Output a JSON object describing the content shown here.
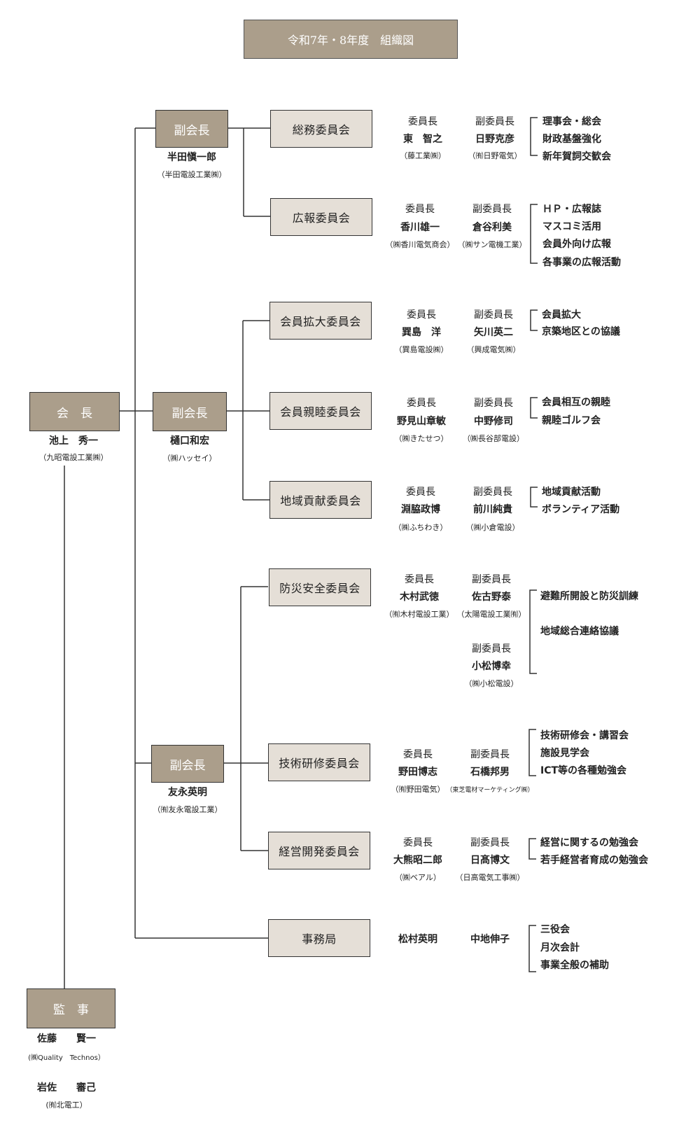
{
  "title": "令和7年・8年度　組織図",
  "president": {
    "title": "会　長",
    "name": "池上　秀一",
    "company": "（九昭電設工業㈱）"
  },
  "auditor": {
    "title": "監　事",
    "members": [
      {
        "name": "佐藤　　賢一",
        "company": "(㈱Quality　Technos）"
      },
      {
        "name": "岩佐　　審己",
        "company": "(㈲北電工）"
      }
    ]
  },
  "vice_presidents": [
    {
      "title": "副会長",
      "name": "半田愼一郎",
      "company": "（半田電設工業㈱）"
    },
    {
      "title": "副会長",
      "name": "樋口和宏",
      "company": "（㈱ハッセイ）"
    },
    {
      "title": "副会長",
      "name": "友永英明",
      "company": "（㈲友永電設工業）"
    }
  ],
  "committees": [
    {
      "name": "総務委員会",
      "chair": {
        "role": "委員長",
        "name": "東　智之",
        "company": "（藤工業㈱）"
      },
      "vices": [
        {
          "role": "副委員長",
          "name": "日野克彦",
          "company": "（㈲日野電気）"
        }
      ],
      "tasks": [
        "理事会・総会",
        "財政基盤強化",
        "新年賀詞交歓会"
      ]
    },
    {
      "name": "広報委員会",
      "chair": {
        "role": "委員長",
        "name": "香川雄一",
        "company": "（㈱香川電気商会）"
      },
      "vices": [
        {
          "role": "副委員長",
          "name": "倉谷利美",
          "company": "（㈱サン電機工業）"
        }
      ],
      "tasks": [
        "ＨＰ・広報誌",
        "マスコミ活用",
        "会員外向け広報",
        "各事業の広報活動"
      ]
    },
    {
      "name": "会員拡大委員会",
      "chair": {
        "role": "委員長",
        "name": "巽島　洋",
        "company": "（巽島電設㈱）"
      },
      "vices": [
        {
          "role": "副委員長",
          "name": "矢川英二",
          "company": "（興成電気㈱）"
        }
      ],
      "tasks": [
        "会員拡大",
        "京築地区との協議"
      ]
    },
    {
      "name": "会員親睦委員会",
      "chair": {
        "role": "委員長",
        "name": "野見山章敏",
        "company": "（㈱きたせつ）"
      },
      "vices": [
        {
          "role": "副委員長",
          "name": "中野修司",
          "company": "（㈱長谷部電設）"
        }
      ],
      "tasks": [
        "会員相互の親睦",
        "親睦ゴルフ会"
      ]
    },
    {
      "name": "地域貢献委員会",
      "chair": {
        "role": "委員長",
        "name": "淵脇政博",
        "company": "（㈱ふちわき）"
      },
      "vices": [
        {
          "role": "副委員長",
          "name": "前川純貴",
          "company": "（㈱小倉電設）"
        }
      ],
      "tasks": [
        "地域貢献活動",
        "ボランティア活動"
      ]
    },
    {
      "name": "防災安全委員会",
      "chair": {
        "role": "委員長",
        "name": "木村武徳",
        "company": "（㈲木村電設工業）"
      },
      "vices": [
        {
          "role": "副委員長",
          "name": "佐古野泰",
          "company": "（太陽電設工業㈲）"
        },
        {
          "role": "副委員長",
          "name": "小松博幸",
          "company": "（㈱小松電設）"
        }
      ],
      "tasks": [
        "避難所開設と防災訓練",
        "地域総合連絡協議"
      ]
    },
    {
      "name": "技術研修委員会",
      "chair": {
        "role": "委員長",
        "name": "野田博志",
        "company": "（㈲野田電気）"
      },
      "vices": [
        {
          "role": "副委員長",
          "name": "石橋邦男",
          "company": "（東芝電材マーケティング㈱）"
        }
      ],
      "tasks": [
        "技術研修会・講習会",
        "施設見学会",
        "ICT等の各種勉強会"
      ]
    },
    {
      "name": "経営開発委員会",
      "chair": {
        "role": "委員長",
        "name": "大熊昭二郎",
        "company": "（㈱ベアル）"
      },
      "vices": [
        {
          "role": "副委員長",
          "name": "日髙博文",
          "company": "（日高電気工事㈱）"
        }
      ],
      "tasks": [
        "経営に関するの勉強会",
        "若手経営者育成の勉強会"
      ]
    },
    {
      "name": "事務局",
      "staff": [
        "松村英明",
        "中地伸子"
      ],
      "tasks": [
        "三役会",
        "月次会計",
        "事業全般の補助"
      ]
    }
  ]
}
